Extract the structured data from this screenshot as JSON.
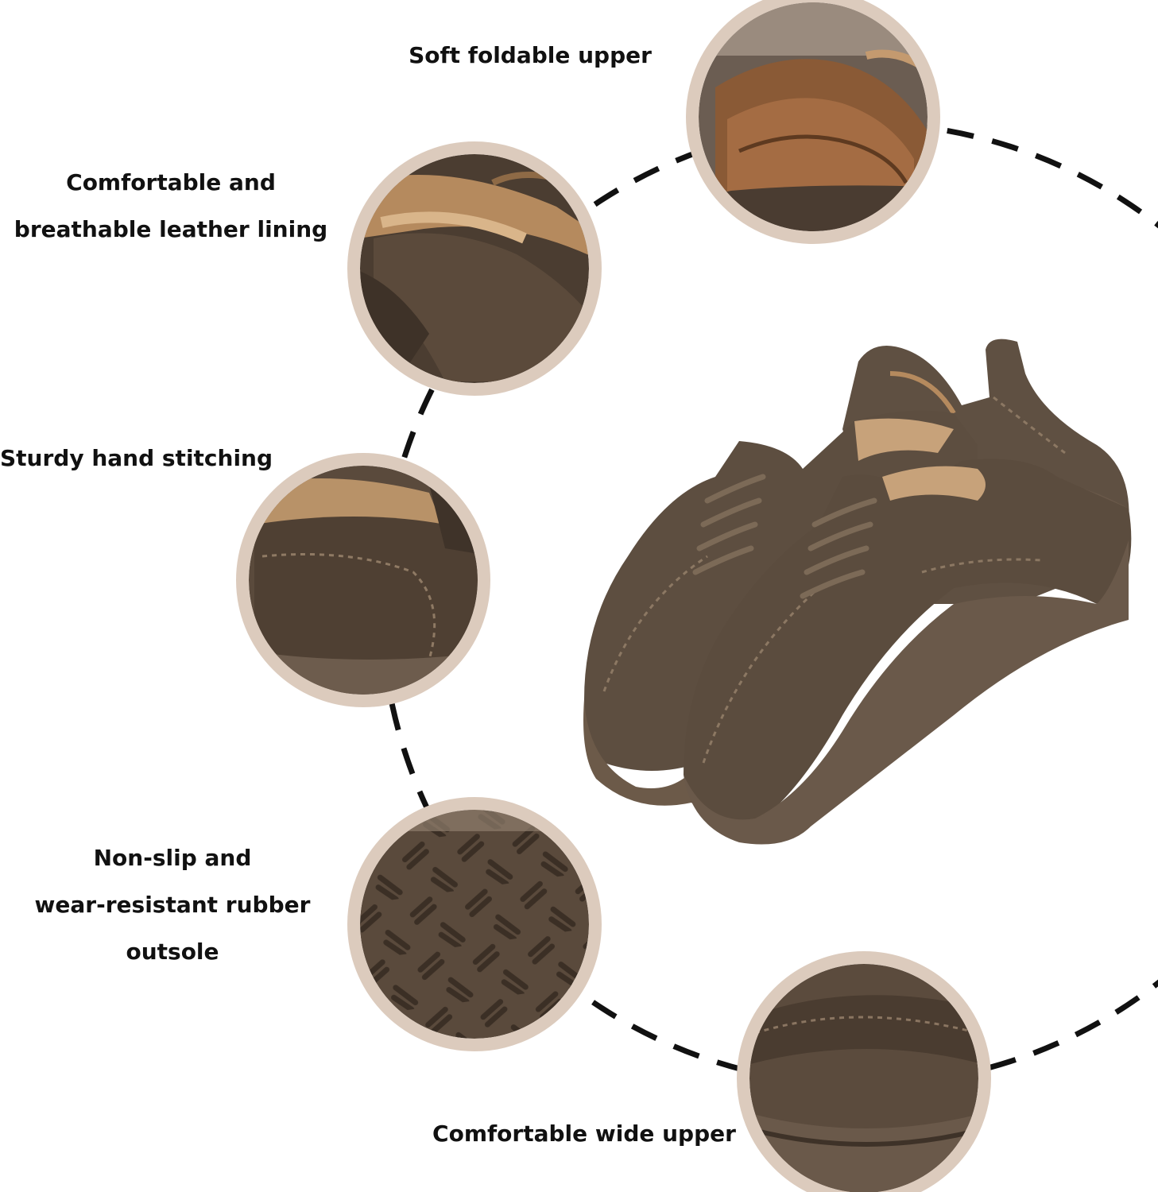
{
  "features": {
    "soft_upper": {
      "lines": [
        "Soft foldable upper"
      ]
    },
    "lining": {
      "lines": [
        "Comfortable and",
        "breathable leather lining"
      ]
    },
    "stitching": {
      "lines": [
        "Sturdy hand stitching"
      ]
    },
    "outsole": {
      "lines": [
        "Non-slip and",
        "wear-resistant rubber",
        "outsole"
      ]
    },
    "wide_upper": {
      "lines": [
        "Comfortable wide upper"
      ]
    }
  },
  "colors": {
    "ring": "#dccbbd",
    "suede_dark": "#4e4034",
    "suede": "#5f5042",
    "suede_light": "#75644f",
    "sole": "#6a594a",
    "lining_tan": "#b58a5e",
    "text": "#111111",
    "dash": "#111111"
  }
}
